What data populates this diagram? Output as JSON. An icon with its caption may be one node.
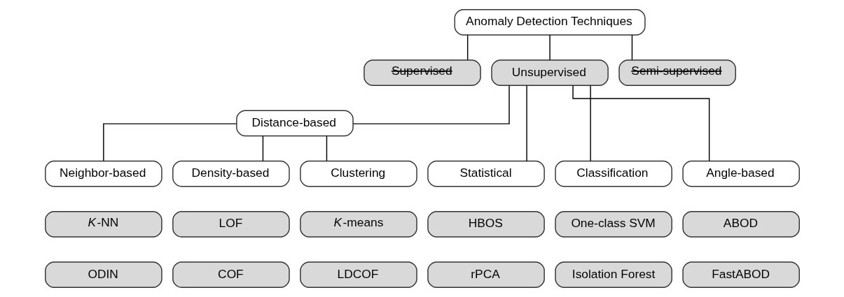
{
  "diagram": {
    "nodes": [
      {
        "text": [
          "Anomaly Detection Techniques"
        ]
      },
      {
        "text": [
          "Supervised"
        ]
      },
      {
        "text": [
          "Unsupervised"
        ]
      },
      {
        "text": [
          "Semi-supervised"
        ]
      },
      {
        "text": [
          "Distance-based"
        ]
      },
      {
        "text": [
          "Statistical"
        ]
      },
      {
        "text": [
          "Classification"
        ]
      },
      {
        "text": [
          "Angle-based"
        ]
      },
      {
        "text": [
          "Neighbor-based"
        ]
      },
      {
        "text": [
          "Density-based"
        ]
      },
      {
        "text": [
          "Clustering"
        ]
      },
      {
        "text": [
          "HBOS"
        ]
      },
      {
        "text": [
          "rPCA"
        ]
      },
      {
        "text": [
          "One-class SVM"
        ]
      },
      {
        "text": [
          "Isolation Forest"
        ]
      },
      {
        "text": [
          "ABOD"
        ]
      },
      {
        "text": [
          "FastABOD"
        ]
      },
      {
        "text": [
          "*K*-NN"
        ]
      },
      {
        "text": [
          "ODIN"
        ]
      },
      {
        "text": [
          "LOF"
        ]
      },
      {
        "text": [
          "COF"
        ]
      },
      {
        "text": [
          "*K*-means"
        ]
      },
      {
        "text": [
          "LDCOF"
        ]
      }
    ],
    "edges": [
      {
        "from": 0,
        "to": 1,
        "arrow": "none"
      },
      {
        "from": 0,
        "to": 2,
        "arrow": "none"
      },
      {
        "from": 0,
        "to": 3,
        "arrow": "none"
      },
      {
        "from": 2,
        "to": 4,
        "arrow": "none"
      },
      {
        "from": 2,
        "to": 5,
        "arrow": "none"
      },
      {
        "from": 2,
        "to": 6,
        "arrow": "none"
      },
      {
        "from": 2,
        "to": 7,
        "arrow": "none"
      },
      {
        "from": 4,
        "to": 8,
        "arrow": "none"
      },
      {
        "from": 4,
        "to": 9,
        "arrow": "none"
      },
      {
        "from": 4,
        "to": 10,
        "arrow": "none"
      }
    ]
  }
}
